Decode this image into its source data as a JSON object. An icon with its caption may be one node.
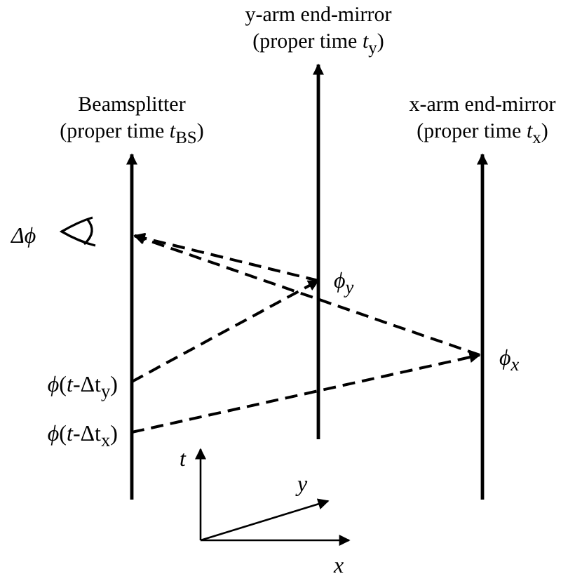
{
  "diagram": {
    "nodes": [
      {
        "text": [
          "y-arm end-mirror",
          "(proper time *t*$_{y}$)"
        ]
      },
      {
        "text": [
          "Beamsplitter",
          "(proper time *t*$_{BS}$)"
        ]
      },
      {
        "text": [
          "x-arm end-mirror",
          "(proper time *t*$_{x}$)"
        ]
      },
      {
        "text": [
          "Δϕ"
        ]
      },
      {
        "text": [
          "ϕ$_{y}$"
        ]
      },
      {
        "text": [
          "*ϕ*(*t*-Δt$_{y}$)"
        ]
      },
      {
        "text": [
          "ϕ$_{x}$"
        ]
      },
      {
        "text": [
          "*ϕ*(*t*-Δt$_{x}$)"
        ]
      }
    ],
    "edges": [
      {
        "from": 5,
        "to": 4,
        "arrow": "to",
        "style": "dashed"
      },
      {
        "from": 4,
        "to": 3,
        "arrow": "to",
        "style": "dashed"
      },
      {
        "from": 7,
        "to": 6,
        "arrow": "to",
        "style": "dashed"
      },
      {
        "from": 6,
        "to": 3,
        "arrow": "to",
        "style": "dashed"
      },
      {
        "from": null,
        "to": 0,
        "arrow": "to"
      },
      {
        "from": null,
        "to": 1,
        "arrow": "to"
      },
      {
        "from": null,
        "to": 2,
        "arrow": "to"
      }
    ],
    "labels": [
      "t",
      "y",
      "x"
    ]
  }
}
